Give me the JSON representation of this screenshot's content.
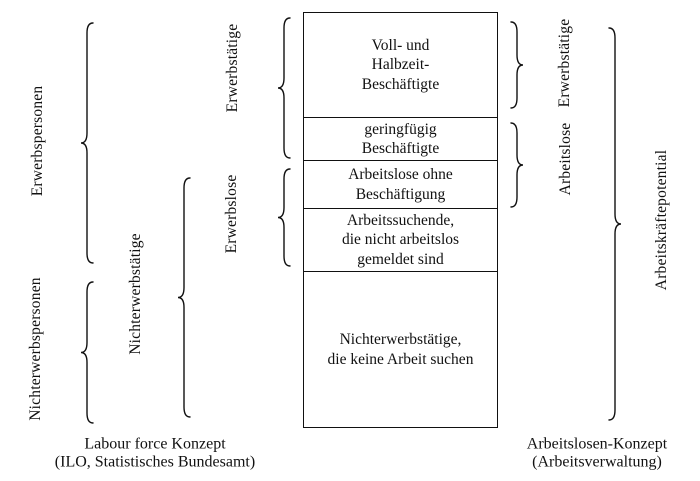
{
  "labels": {
    "erwerbspersonen": "Erwerbspersonen",
    "nichterwerbspersonen": "Nichterwerbspersonen",
    "nichterwerbstaetige": "Nichterwerbstätige",
    "erwerbstaetige_left": "Erwerbstätige",
    "erwerbslose": "Erwerbslose",
    "erwerbstaetige_right": "Erwerbstätige",
    "arbeitslose_right": "Arbeitslose",
    "arbeitskraeftepotential": "Arbeitskräftepotential"
  },
  "boxes": [
    {
      "lines": [
        "Voll- und",
        "Halbzeit-",
        "Beschäftigte"
      ]
    },
    {
      "lines": [
        "geringfügig",
        "Beschäftigte"
      ]
    },
    {
      "lines": [
        "Arbeitslose ohne",
        "Beschäftigung"
      ]
    },
    {
      "lines": [
        "Arbeitssuchende,",
        "die nicht arbeitslos",
        "gemeldet sind"
      ]
    },
    {
      "lines": [
        "Nichterwerbstätige,",
        "die keine Arbeit suchen"
      ]
    }
  ],
  "captions": {
    "left": {
      "line1": "Labour force Konzept",
      "line2": "(ILO, Statistisches Bundesamt)"
    },
    "right": {
      "line1": "Arbeitslosen-Konzept",
      "line2": "(Arbeitsverwaltung)"
    }
  },
  "colors": {
    "ink": "#111111",
    "background": "#ffffff"
  }
}
